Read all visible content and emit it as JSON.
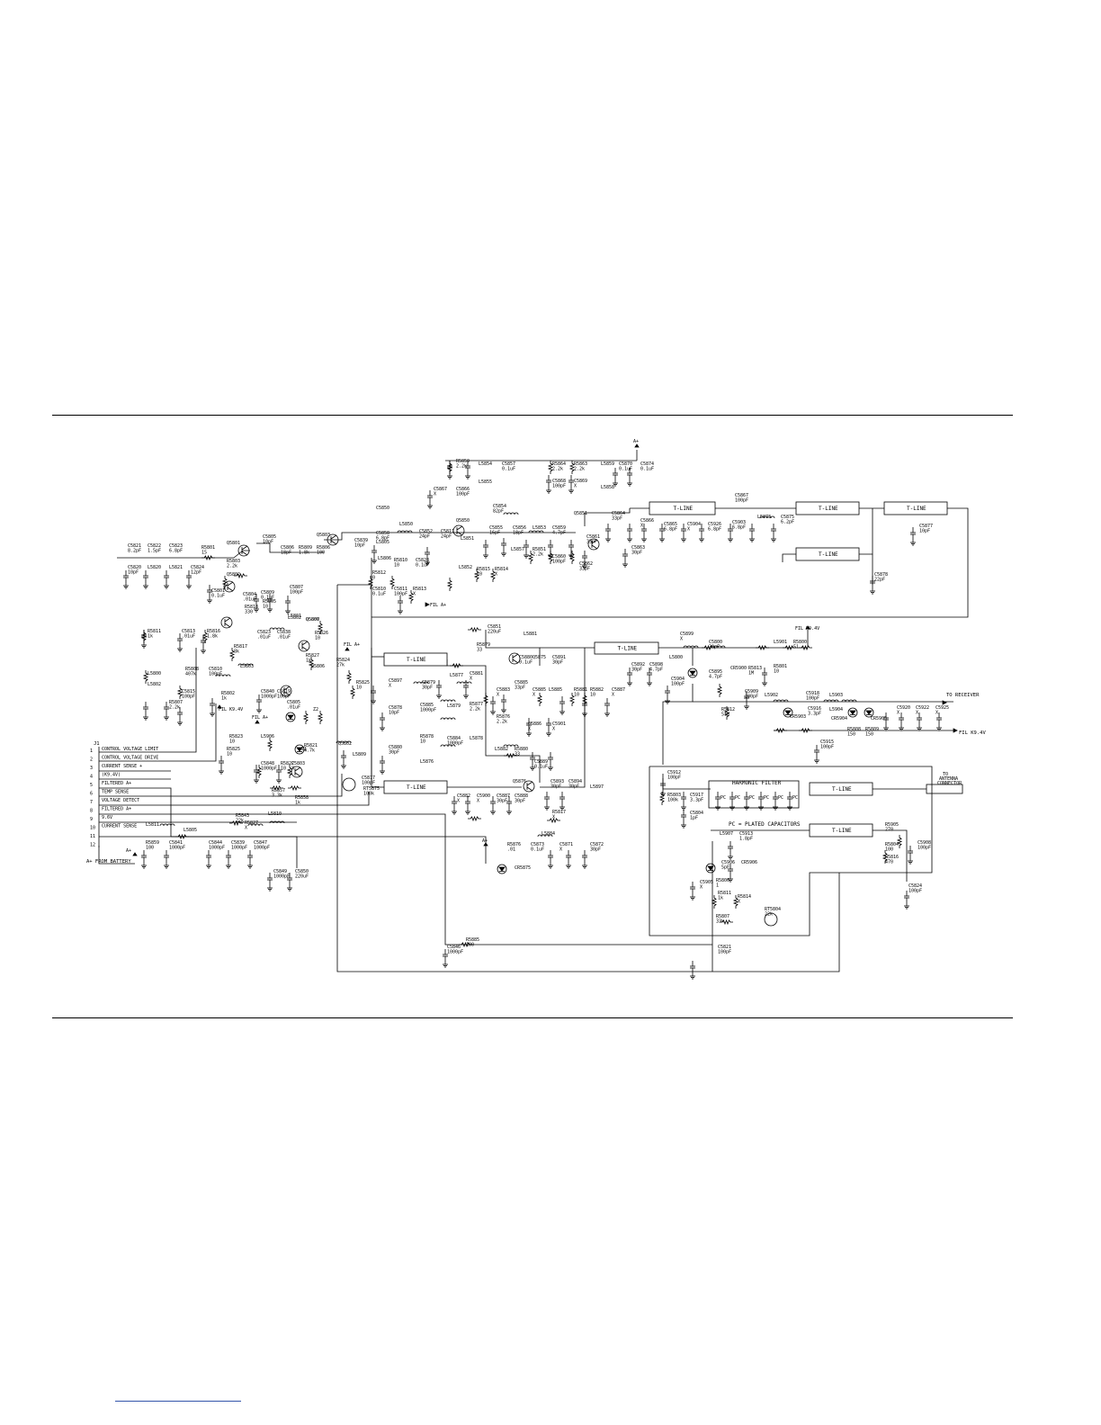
{
  "tline_label": "T-LINE",
  "connector": {
    "name": "J1",
    "pins": [
      "1",
      "2",
      "3",
      "4",
      "5",
      "6",
      "7",
      "8",
      "9",
      "10",
      "11",
      "12"
    ],
    "signals": [
      "CONTROL VOLTAGE LIMIT",
      "CONTROL VOLTAGE DRIVE",
      "CURRENT SENSE +",
      "(K9.4V)",
      "FILTERED A+",
      "TEMP SENSE",
      "VOLTAGE DETECT",
      "FILTERED A+",
      "9.6V",
      "CURRENT SENSE"
    ]
  },
  "nets": {
    "a_plus": "A+",
    "fil_a_plus": "FIL A+",
    "fil_k94v": "FIL K9.4V",
    "a_from_battery": "A+ FROM BATTERY",
    "to_receiver": "TO RECEIVER",
    "to_antenna": "TO ANTENNA CONNECTOR"
  },
  "harmonic_filter": {
    "title": "HARMONIC FILTER",
    "pc_label": "PC",
    "note": "PC = PLATED CAPACITORS"
  },
  "component_labels": [
    {
      "ref": "C5821",
      "val": "8.2pF"
    },
    {
      "ref": "C5822",
      "val": "1.5pF"
    },
    {
      "ref": "C5823",
      "val": "6.8pF"
    },
    {
      "ref": "R5801",
      "val": "15"
    },
    {
      "ref": "C5820",
      "val": "10pF"
    },
    {
      "ref": "L5820",
      "val": ""
    },
    {
      "ref": "L5821",
      "val": ""
    },
    {
      "ref": "C5824",
      "val": "12pF"
    },
    {
      "ref": "C5801",
      "val": "0.1uF"
    },
    {
      "ref": "Q5801",
      "val": ""
    },
    {
      "ref": "R5803",
      "val": "2.2k"
    },
    {
      "ref": "Q5802",
      "val": ""
    },
    {
      "ref": "C5805",
      "val": "10pF"
    },
    {
      "ref": "C5806",
      "val": "18pF"
    },
    {
      "ref": "R5809",
      "val": "1.8k"
    },
    {
      "ref": "R5806",
      "val": "100"
    },
    {
      "ref": "Q5803",
      "val": ""
    },
    {
      "ref": "C5839",
      "val": "10pF"
    },
    {
      "ref": "C5858",
      "val": "6.8pF"
    },
    {
      "ref": "L5805",
      "val": ""
    },
    {
      "ref": "L5850",
      "val": ""
    },
    {
      "ref": "C5850",
      "val": ""
    },
    {
      "ref": "C5852",
      "val": "24pF"
    },
    {
      "ref": "C5811",
      "val": "24pF"
    },
    {
      "ref": "Q5850",
      "val": ""
    },
    {
      "ref": "L5851",
      "val": ""
    },
    {
      "ref": "C5854",
      "val": "82pF"
    },
    {
      "ref": "C5855",
      "val": "16pF"
    },
    {
      "ref": "C5856",
      "val": "18pF"
    },
    {
      "ref": "L5853",
      "val": ""
    },
    {
      "ref": "C5859",
      "val": "4.7pF"
    },
    {
      "ref": "Q5851",
      "val": ""
    },
    {
      "ref": "C5861",
      "val": "33pF"
    },
    {
      "ref": "C5862",
      "val": "33pF"
    },
    {
      "ref": "C5864",
      "val": "33pF"
    },
    {
      "ref": "C5863",
      "val": "30pF"
    },
    {
      "ref": "R5850",
      "val": "2.2k"
    },
    {
      "ref": "L5854",
      "val": ""
    },
    {
      "ref": "C5857",
      "val": "0.1uF"
    },
    {
      "ref": "L5855",
      "val": ""
    },
    {
      "ref": "C5867",
      "val": "X"
    },
    {
      "ref": "C5866",
      "val": "100pF"
    },
    {
      "ref": "R5864",
      "val": "2.2k"
    },
    {
      "ref": "R5863",
      "val": "2.2k"
    },
    {
      "ref": "L5859",
      "val": ""
    },
    {
      "ref": "C5870",
      "val": "0.1uF"
    },
    {
      "ref": "C5874",
      "val": "0.1uF"
    },
    {
      "ref": "C5868",
      "val": "100pF"
    },
    {
      "ref": "C5869",
      "val": "X"
    },
    {
      "ref": "L5858",
      "val": ""
    },
    {
      "ref": "C5866",
      "val": "X"
    },
    {
      "ref": "C5865",
      "val": "6.8pF"
    },
    {
      "ref": "C5904",
      "val": "X"
    },
    {
      "ref": "C5926",
      "val": "6.8pF"
    },
    {
      "ref": "C5867",
      "val": "100pF"
    },
    {
      "ref": "C5903",
      "val": "6.8pF"
    },
    {
      "ref": "L5873",
      "val": ""
    },
    {
      "ref": "C5875",
      "val": "6.2pF"
    },
    {
      "ref": "C5877",
      "val": "10pF"
    },
    {
      "ref": "C5878",
      "val": "22pF"
    },
    {
      "ref": "L5852",
      "val": ""
    },
    {
      "ref": "R5815",
      "val": "10"
    },
    {
      "ref": "R5814",
      "val": "X"
    },
    {
      "ref": "R5851",
      "val": "2.2k"
    },
    {
      "ref": "L5857",
      "val": ""
    },
    {
      "ref": "C5860",
      "val": "100pF"
    },
    {
      "ref": "R5812",
      "val": "0"
    },
    {
      "ref": "L5806",
      "val": ""
    },
    {
      "ref": "R5810",
      "val": "10"
    },
    {
      "ref": "C5828",
      "val": "0.1uF"
    },
    {
      "ref": "C5810",
      "val": "0.1uF"
    },
    {
      "ref": "C5811",
      "val": "100pF"
    },
    {
      "ref": "R5813",
      "val": "X"
    },
    {
      "ref": "C5809",
      "val": "0.1uF"
    },
    {
      "ref": "C5804",
      "val": ".01uF"
    },
    {
      "ref": "C5807",
      "val": "100pF"
    },
    {
      "ref": "R5818",
      "val": "330"
    },
    {
      "ref": "R5805",
      "val": "10"
    },
    {
      "ref": "L5802",
      "val": ""
    },
    {
      "ref": "Q5800",
      "val": ""
    },
    {
      "ref": "R5811",
      "val": "1k"
    },
    {
      "ref": "C5813",
      "val": ".01uF"
    },
    {
      "ref": "R5816",
      "val": "1.8k"
    },
    {
      "ref": "L5801",
      "val": ""
    },
    {
      "ref": "Q5807",
      "val": ""
    },
    {
      "ref": "C5823",
      "val": ".01uF"
    },
    {
      "ref": "C5838",
      "val": ".01uF"
    },
    {
      "ref": "R5817",
      "val": "8k"
    },
    {
      "ref": "R5827",
      "val": "1k"
    },
    {
      "ref": "Q5806",
      "val": ""
    },
    {
      "ref": "R5826",
      "val": "10"
    },
    {
      "ref": "L5803",
      "val": ""
    },
    {
      "ref": "L5800",
      "val": ""
    },
    {
      "ref": "R5808",
      "val": "407k"
    },
    {
      "ref": "C5810",
      "val": "100pF"
    },
    {
      "ref": "L5802",
      "val": ""
    },
    {
      "ref": "R5807",
      "val": "2.2k"
    },
    {
      "ref": "C5815",
      "val": "100pF"
    },
    {
      "ref": "R5802",
      "val": "1k"
    },
    {
      "ref": "C5840",
      "val": "1000pF"
    },
    {
      "ref": "C5819",
      "val": "100pF"
    },
    {
      "ref": "C5805",
      "val": ".01uF"
    },
    {
      "ref": "Z1",
      "val": ""
    },
    {
      "ref": "Z2",
      "val": ""
    },
    {
      "ref": "R5824",
      "val": "27k"
    },
    {
      "ref": "R5825",
      "val": "10"
    },
    {
      "ref": "R5823",
      "val": "10"
    },
    {
      "ref": "L5906",
      "val": ""
    },
    {
      "ref": "R5825",
      "val": "10"
    },
    {
      "ref": "C5848",
      "val": "1000pF"
    },
    {
      "ref": "R5822",
      "val": "10"
    },
    {
      "ref": "C5803",
      "val": "X"
    },
    {
      "ref": "R5821",
      "val": "4.7k"
    },
    {
      "ref": "Q5802",
      "val": ""
    },
    {
      "ref": "L5809",
      "val": ""
    },
    {
      "ref": "C5817",
      "val": "100pF"
    },
    {
      "ref": "RT5875",
      "val": "100k"
    },
    {
      "ref": "R5857",
      "val": "3.3k"
    },
    {
      "ref": "R5858",
      "val": "1k"
    },
    {
      "ref": "R5843",
      "val": "22k"
    },
    {
      "ref": "R5827",
      "val": "X"
    },
    {
      "ref": "L5810",
      "val": ""
    },
    {
      "ref": "L5811",
      "val": ""
    },
    {
      "ref": "L5805",
      "val": ""
    },
    {
      "ref": "R5859",
      "val": "100"
    },
    {
      "ref": "C5841",
      "val": "1000pF"
    },
    {
      "ref": "C5844",
      "val": "1000pF"
    },
    {
      "ref": "C5839",
      "val": "1000pF"
    },
    {
      "ref": "C5847",
      "val": "1000pF"
    },
    {
      "ref": "C5849",
      "val": "1000pF"
    },
    {
      "ref": "C5850",
      "val": "220uF"
    },
    {
      "ref": "C5851",
      "val": "220uF"
    },
    {
      "ref": "R5879",
      "val": "33"
    },
    {
      "ref": "L5881",
      "val": ""
    },
    {
      "ref": "C5880",
      "val": "0.1uF"
    },
    {
      "ref": "Q5875",
      "val": ""
    },
    {
      "ref": "C5891",
      "val": "30pF"
    },
    {
      "ref": "C5892",
      "val": "30pF"
    },
    {
      "ref": "C5898",
      "val": "4.7pF"
    },
    {
      "ref": "C5899",
      "val": "X"
    },
    {
      "ref": "C5800",
      "val": "30pF"
    },
    {
      "ref": "L5800",
      "val": ""
    },
    {
      "ref": "C5895",
      "val": "4.7pF"
    },
    {
      "ref": "CR5900",
      "val": ""
    },
    {
      "ref": "R5813",
      "val": "1M"
    },
    {
      "ref": "L5901",
      "val": ""
    },
    {
      "ref": "R5800",
      "val": "51"
    },
    {
      "ref": "R5801",
      "val": "10"
    },
    {
      "ref": "C5904",
      "val": "100pF"
    },
    {
      "ref": "C5897",
      "val": "X"
    },
    {
      "ref": "C5879",
      "val": "30pF"
    },
    {
      "ref": "L5877",
      "val": ""
    },
    {
      "ref": "C5881",
      "val": "X"
    },
    {
      "ref": "C5883",
      "val": "X"
    },
    {
      "ref": "C5885",
      "val": "33pF"
    },
    {
      "ref": "C5885",
      "val": "X"
    },
    {
      "ref": "L5885",
      "val": ""
    },
    {
      "ref": "R5881",
      "val": "10"
    },
    {
      "ref": "R5882",
      "val": "10"
    },
    {
      "ref": "C5887",
      "val": "X"
    },
    {
      "ref": "C5878",
      "val": "10pF"
    },
    {
      "ref": "C5885",
      "val": "1000pF"
    },
    {
      "ref": "L5879",
      "val": ""
    },
    {
      "ref": "R5877",
      "val": "2.2k"
    },
    {
      "ref": "R5878",
      "val": "10"
    },
    {
      "ref": "C5884",
      "val": "1000pF"
    },
    {
      "ref": "L5878",
      "val": ""
    },
    {
      "ref": "R5876",
      "val": "2.2k"
    },
    {
      "ref": "C5886",
      "val": "X"
    },
    {
      "ref": "C5901",
      "val": "X"
    },
    {
      "ref": "C5880",
      "val": "30pF"
    },
    {
      "ref": "L5876",
      "val": ""
    },
    {
      "ref": "L5882",
      "val": ""
    },
    {
      "ref": "R5880",
      "val": "33"
    },
    {
      "ref": "C5889",
      "val": "0.1uF"
    },
    {
      "ref": "Q5876",
      "val": ""
    },
    {
      "ref": "C5893",
      "val": "30pF"
    },
    {
      "ref": "C5894",
      "val": "30pF"
    },
    {
      "ref": "L5897",
      "val": ""
    },
    {
      "ref": "C5882",
      "val": "X"
    },
    {
      "ref": "C5900",
      "val": "X"
    },
    {
      "ref": "C5887",
      "val": "30pF"
    },
    {
      "ref": "C5888",
      "val": "30pF"
    },
    {
      "ref": "R5817",
      "val": "X"
    },
    {
      "ref": "L5884",
      "val": ""
    },
    {
      "ref": "R5876",
      "val": ".01"
    },
    {
      "ref": "C5873",
      "val": "0.1uF"
    },
    {
      "ref": "C5871",
      "val": "X"
    },
    {
      "ref": "C5872",
      "val": "30pF"
    },
    {
      "ref": "CR5875",
      "val": ""
    },
    {
      "ref": "C5909",
      "val": "100pF"
    },
    {
      "ref": "L5902",
      "val": ""
    },
    {
      "ref": "CR5903",
      "val": ""
    },
    {
      "ref": "R5812",
      "val": "51M"
    },
    {
      "ref": "C5918",
      "val": "100pF"
    },
    {
      "ref": "C5916",
      "val": "3.3pF"
    },
    {
      "ref": "L5903",
      "val": ""
    },
    {
      "ref": "L5904",
      "val": ""
    },
    {
      "ref": "CR5904",
      "val": ""
    },
    {
      "ref": "R5808",
      "val": "150"
    },
    {
      "ref": "R5809",
      "val": "150"
    },
    {
      "ref": "CR5905",
      "val": ""
    },
    {
      "ref": "C5920",
      "val": "X"
    },
    {
      "ref": "C5922",
      "val": "X"
    },
    {
      "ref": "C5925",
      "val": "X"
    },
    {
      "ref": "C5915",
      "val": "100pF"
    },
    {
      "ref": "C5912",
      "val": "100pF"
    },
    {
      "ref": "R5803",
      "val": "100k"
    },
    {
      "ref": "C5917",
      "val": "3.3pF"
    },
    {
      "ref": "C5804",
      "val": "1pF"
    },
    {
      "ref": "L5907",
      "val": ""
    },
    {
      "ref": "C5913",
      "val": "1.8pF"
    },
    {
      "ref": "CR5906",
      "val": ""
    },
    {
      "ref": "C5906",
      "val": "5pF"
    },
    {
      "ref": "C5905",
      "val": "X"
    },
    {
      "ref": "R5806",
      "val": "1"
    },
    {
      "ref": "R5811",
      "val": "1k"
    },
    {
      "ref": "R5814",
      "val": "X"
    },
    {
      "ref": "R5807",
      "val": "33k"
    },
    {
      "ref": "RT5804",
      "val": "22k"
    },
    {
      "ref": "R5905",
      "val": "270"
    },
    {
      "ref": "R5804",
      "val": "100"
    },
    {
      "ref": "R5816",
      "val": "470"
    },
    {
      "ref": "C5908",
      "val": "100pF"
    },
    {
      "ref": "C5824",
      "val": "100pF"
    },
    {
      "ref": "C5821",
      "val": "100pF"
    },
    {
      "ref": "R5885",
      "val": "100"
    },
    {
      "ref": "C5846",
      "val": "1000pF"
    }
  ]
}
